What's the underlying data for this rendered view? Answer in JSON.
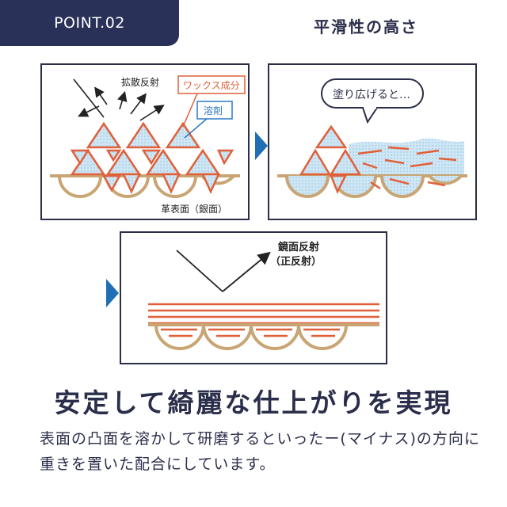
{
  "badge": {
    "label": "POINT.02"
  },
  "heading": {
    "text": "平滑性の高さ"
  },
  "panel1": {
    "diffuse_label": "拡散反射",
    "wax_label": "ワックス成分",
    "solvent_label": "溶剤",
    "surface_label": "革表面（銀面）"
  },
  "panel2": {
    "bubble_text": "塗り広げると…"
  },
  "panel3": {
    "mirror_label": "鏡面反射",
    "regular_label": "（正反射）"
  },
  "main_title": "安定して綺麗な仕上がりを実現",
  "description": "表面の凸面を溶かして研磨するといったー(マイナス)の方向に重きを置いた配合にしています。",
  "colors": {
    "navy": "#2a3158",
    "orange": "#e0603a",
    "leather": "#c8a573",
    "solvent_blue": "#b9dcef",
    "arrow_blue": "#1f6fb5",
    "label_blue": "#2a78c5"
  }
}
